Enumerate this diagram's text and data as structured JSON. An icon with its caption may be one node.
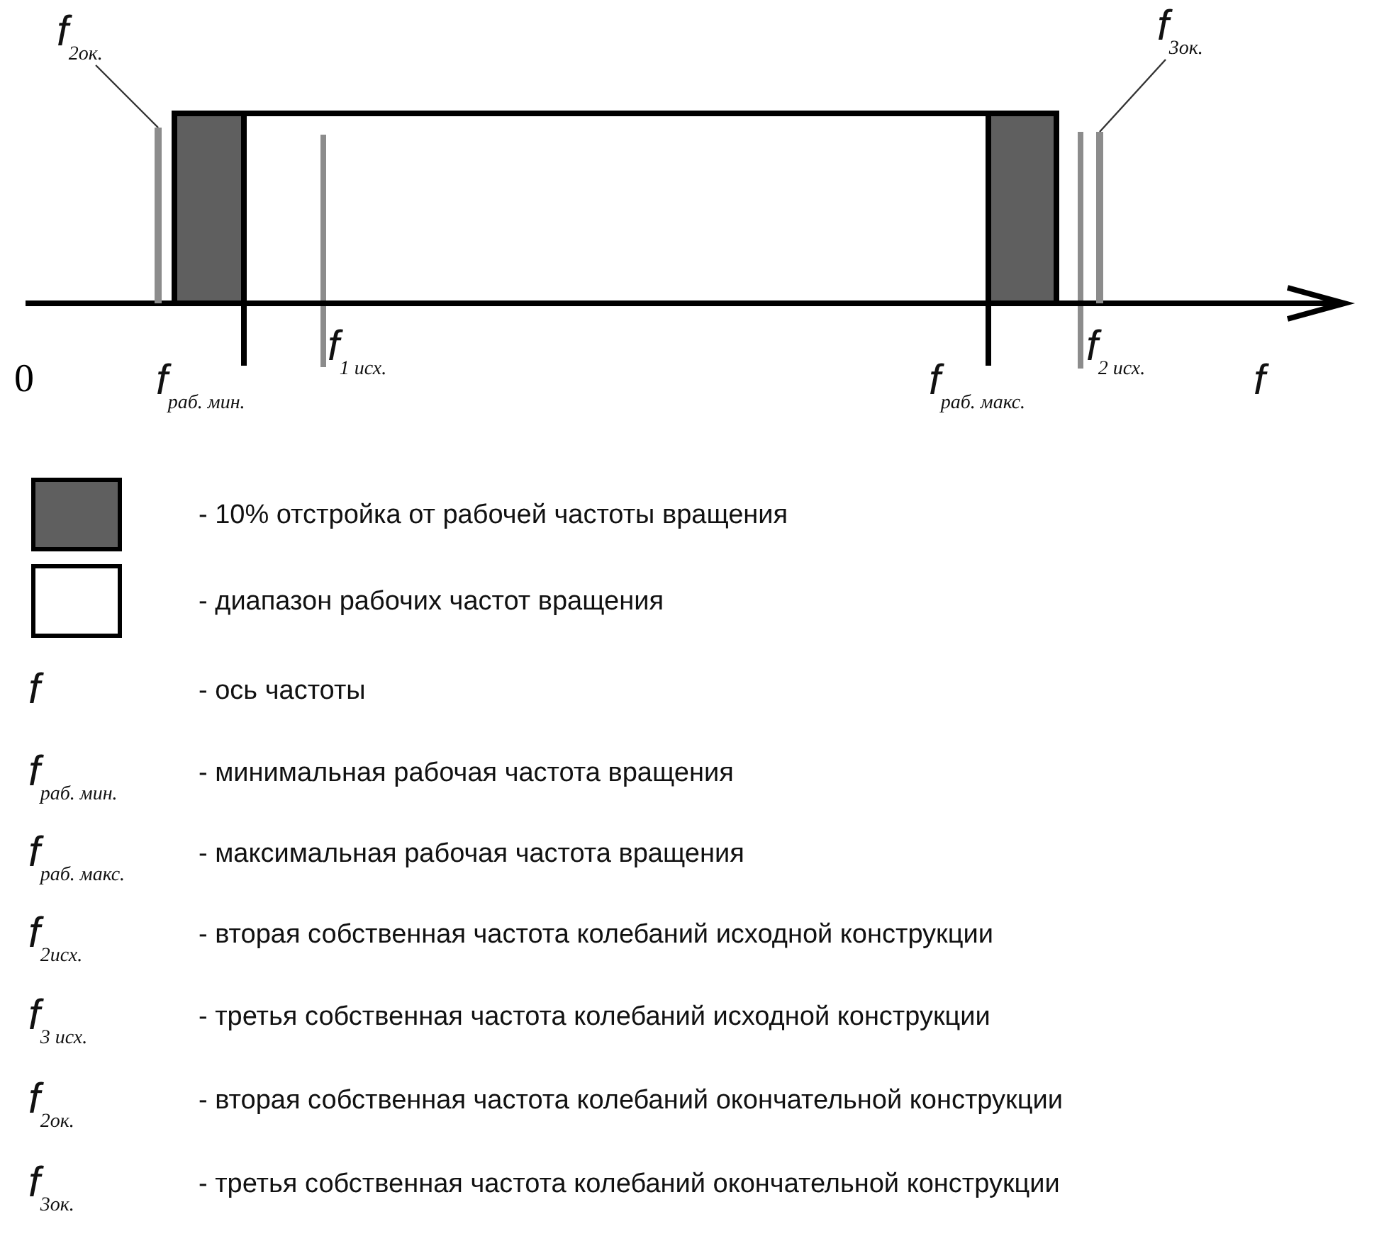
{
  "diagram": {
    "nodes": [
      {
        "text": [
          "f$_{2ок.}$"
        ]
      },
      {
        "text": [],
        "shape": "bar"
      },
      {
        "text": [
          "f$_{3ок.}$"
        ]
      },
      {
        "text": [],
        "shape": "bar"
      }
    ],
    "edges": [
      {
        "from": 0,
        "to": 1,
        "arrow": "none"
      },
      {
        "from": 2,
        "to": 3,
        "arrow": "none"
      }
    ],
    "labels": [
      "0",
      "f$_{раб. мин.}$",
      "f$_{1 исх.}$",
      "f$_{раб. макс.}$",
      "f$_{2 исх.}$",
      "f",
      "f",
      "- ось частоты",
      "f$_{раб. мин.}$",
      "- минимальная рабочая частота вращения",
      "f$_{раб. макс.}$",
      "- максимальная рабочая частота вращения",
      "f$_{2исх.}$",
      "- вторая собственная частота колебаний  исходной конструкции",
      "f$_{3 исх.}$",
      "- третья собственная частота колебаний исходной конструкции",
      "f$_{2ок.}$",
      "- вторая собственная частота колебаний окончательной конструкции",
      "f$_{3ок.}$",
      "- третья собственная частота колебаний окончательной конструкции"
    ],
    "legend": [
      {
        "text": "- 10% отстройка от рабочей частоты вращения",
        "color": "#5f5f5f"
      },
      {
        "text": "- диапазон рабочих частот вращения",
        "color": "#ffffff"
      }
    ]
  }
}
